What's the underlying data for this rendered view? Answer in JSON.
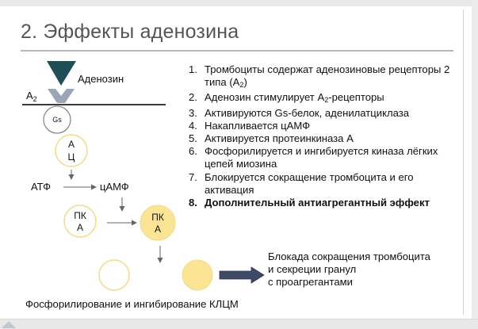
{
  "slide": {
    "title": "2. Эффекты аденозина"
  },
  "diagram": {
    "adenosine_label": "Аденозин",
    "receptor_label_main": "A",
    "receptor_label_sub": "2",
    "gs_label": "Gs",
    "ac_label_1": "А",
    "ac_label_2": "Ц",
    "atp_label": "АТФ",
    "camp_label": "цАМФ",
    "pka_inactive_1": "ПК",
    "pka_inactive_2": "А",
    "pka_active_1": "ПК",
    "pka_active_2": "А",
    "colors": {
      "adenosine_triangle": "#1f4f56",
      "receptor": "#9aa6b6",
      "yellow_fill": "#fbe594",
      "yellow_stroke": "#f3db85",
      "arrow_fill": "#3d4a66"
    }
  },
  "steps": [
    {
      "n": "1.",
      "parts": [
        "Тромбоциты содержат аденозиновые рецепторы 2 типа (A",
        "2",
        ")"
      ]
    },
    {
      "n": "2.",
      "parts": [
        "Аденозин стимулирует A",
        "2",
        "-рецепторы"
      ]
    },
    {
      "n": "3.",
      "text": "Активируются Gs-белок, аденилатциклаза"
    },
    {
      "n": "4.",
      "text": "Накапливается цАМФ"
    },
    {
      "n": "5.",
      "text": "Активируется протеинкиназа А"
    },
    {
      "n": "6.",
      "text": "Фосфорилируется и ингибируется киназа лёгких цепей миозина"
    },
    {
      "n": "7.",
      "text": "Блокируется сокращение тромбоцита и его активация"
    },
    {
      "n": "8.",
      "text": "Дополнительный антиагрегантный эффект",
      "bold": true
    }
  ],
  "outcome": {
    "line1": "Блокада сокращения тромбоцита",
    "line2": "и секреции гранул",
    "line3": "с проагрегантами"
  },
  "caption": "Фосфорилирование и ингибирование КЛЦМ"
}
